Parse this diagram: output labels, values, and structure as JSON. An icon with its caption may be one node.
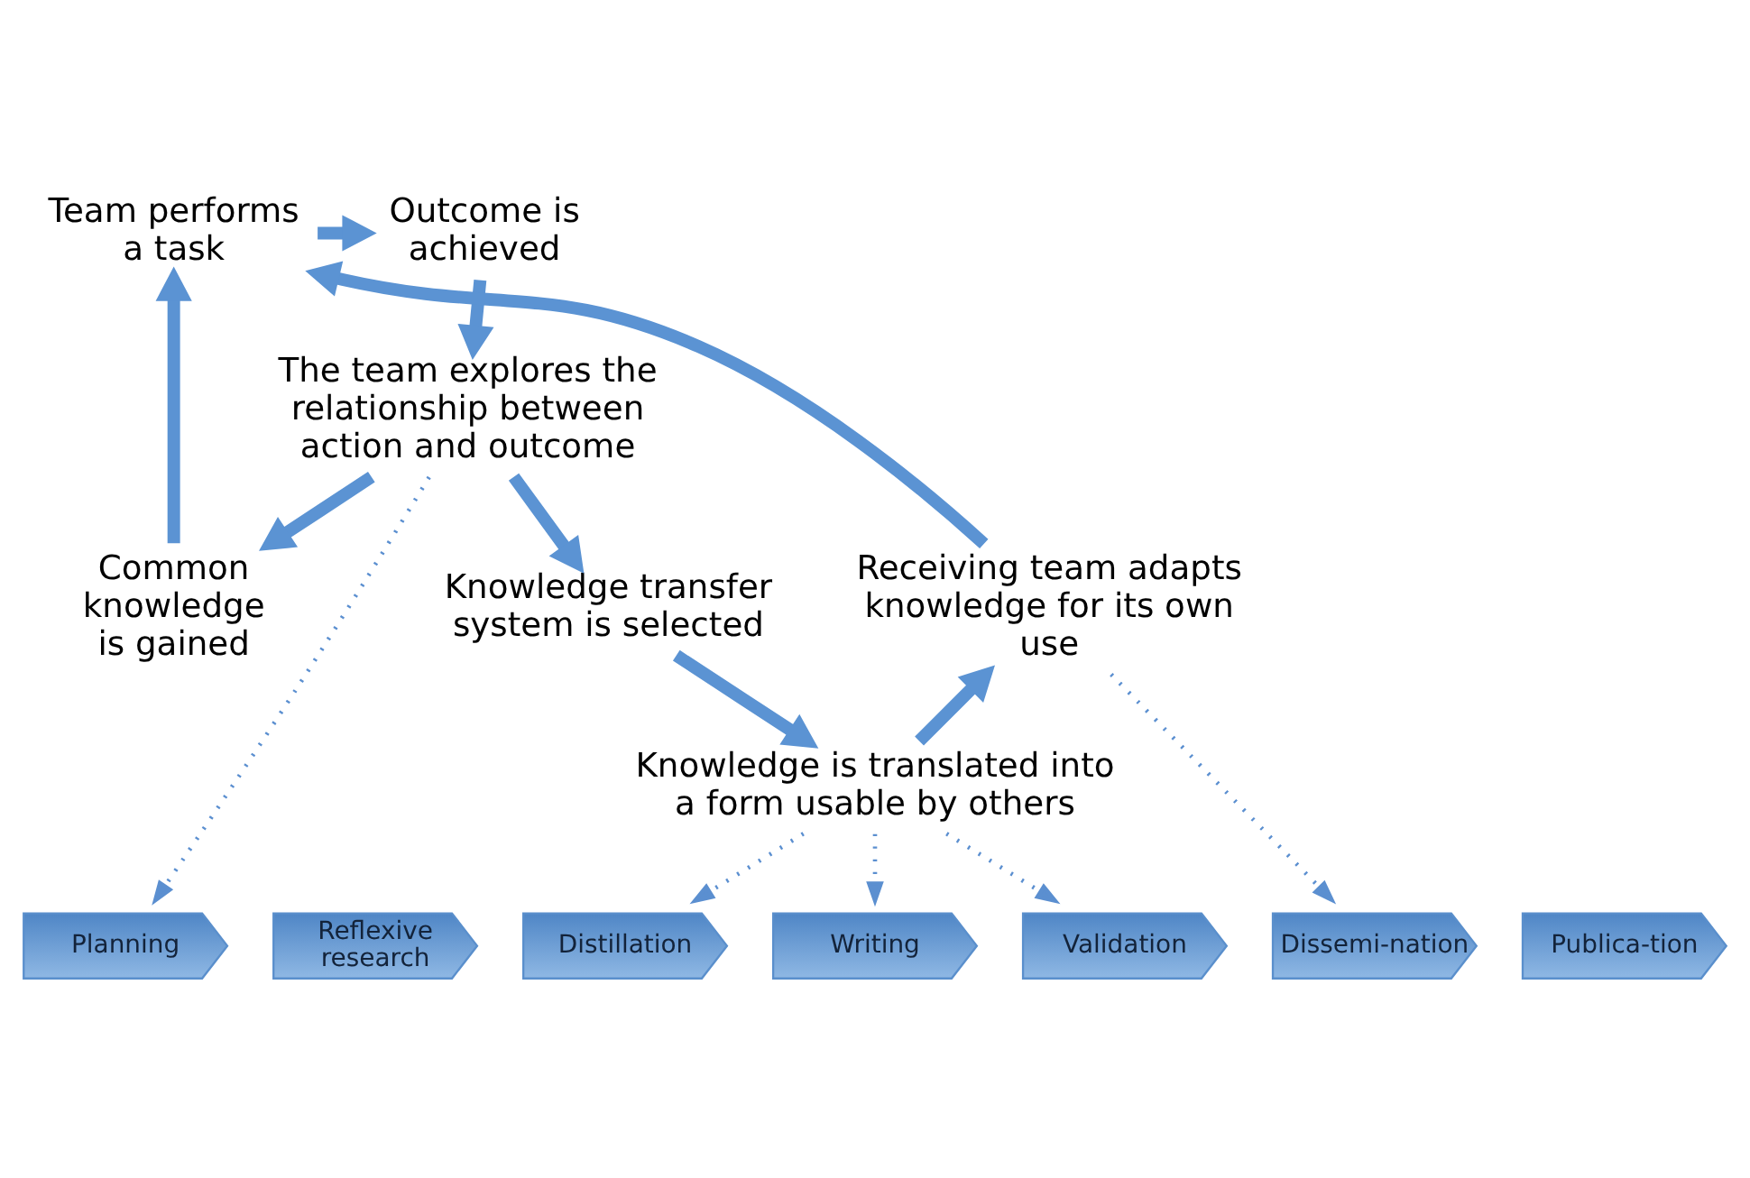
{
  "diagram": {
    "nodes": [
      {
        "text": [
          "Outcome is achieved"
        ]
      },
      {
        "text": [
          "Team performs a task"
        ]
      },
      {
        "text": [
          "The team explores the relationship between action and outcome"
        ]
      },
      {
        "text": [
          "Common knowledge is gained"
        ]
      },
      {
        "text": [
          "Receiving team adapts knowledge for its own use"
        ]
      },
      {
        "text": [
          "Knowledge transfer system is selected"
        ]
      },
      {
        "text": [
          "Knowledge is translated into a form usable by others"
        ]
      },
      {
        "text": [
          "Planning"
        ]
      },
      {
        "text": [
          "Reflexive research"
        ]
      },
      {
        "text": [
          "Distillation"
        ]
      },
      {
        "text": [
          "Writing"
        ]
      },
      {
        "text": [
          "Validation"
        ]
      },
      {
        "text": [
          "Dissemi-nation"
        ]
      },
      {
        "text": [
          "Publica-tion"
        ]
      }
    ],
    "edges": [
      {
        "from": 1,
        "to": 0,
        "arrow": "to"
      },
      {
        "from": 0,
        "to": 2,
        "arrow": "to"
      },
      {
        "from": 2,
        "to": 3,
        "arrow": "to"
      },
      {
        "from": 3,
        "to": 1,
        "arrow": "to"
      },
      {
        "from": 2,
        "to": 5,
        "arrow": "to"
      },
      {
        "from": 5,
        "to": 6,
        "arrow": "to"
      },
      {
        "from": 6,
        "to": 4,
        "arrow": "to"
      },
      {
        "from": 4,
        "to": 1,
        "arrow": "to"
      },
      {
        "from": 2,
        "to": 7,
        "arrow": "to",
        "style": "dashed"
      },
      {
        "from": 4,
        "to": 12,
        "arrow": "to",
        "style": "dashed"
      },
      {
        "from": 6,
        "to": 9,
        "arrow": "to",
        "style": "dashed"
      },
      {
        "from": 6,
        "to": 10,
        "arrow": "to",
        "style": "dashed"
      },
      {
        "from": 6,
        "to": 11,
        "arrow": "to",
        "style": "dashed"
      }
    ]
  }
}
